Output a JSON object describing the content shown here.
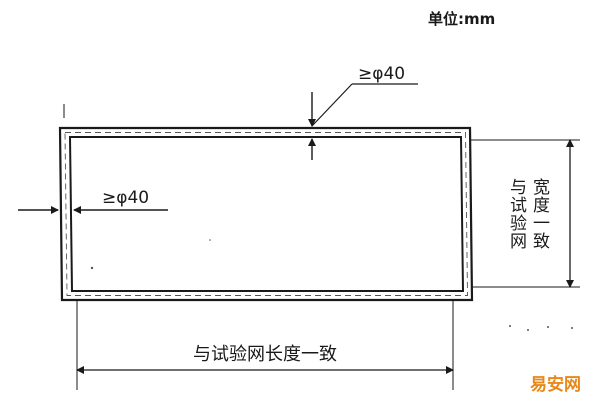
{
  "unit_label": "单位:mm",
  "dia_top_label": "≥φ40",
  "dia_left_label": "≥φ40",
  "length_label": "与试验网长度一致",
  "width_label_col1": "与试验网",
  "width_label_col2": "宽度一致",
  "watermark": "易安网"
}
